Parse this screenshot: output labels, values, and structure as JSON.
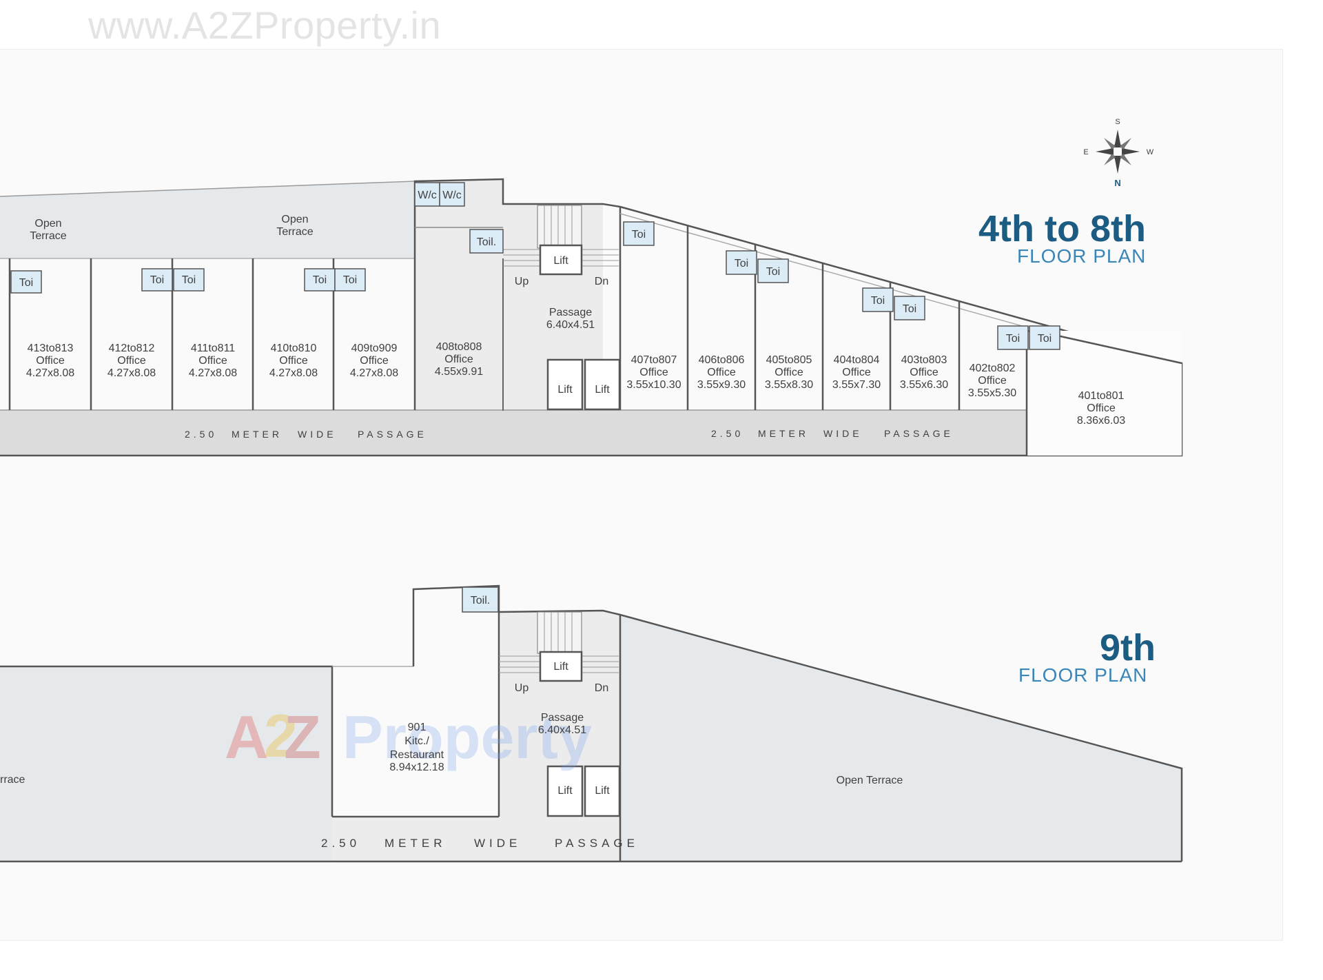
{
  "watermark_url": "www.A2ZProperty.in",
  "compass": {
    "s": "S",
    "e": "E",
    "w": "W",
    "n": "N"
  },
  "plan_a": {
    "title": "4th to 8th",
    "subtitle": "FLOOR PLAN",
    "open_terrace_1": [
      "Open",
      "Terrace"
    ],
    "open_terrace_2": [
      "Open",
      "Terrace"
    ],
    "wc": "W/c",
    "toilet_label": "Toil.",
    "toi": "Toi",
    "lift": "Lift",
    "up": "Up",
    "dn": "Dn",
    "passage": [
      "Passage",
      "6.40x4.51"
    ],
    "corridor": [
      "2.50",
      "METER",
      "WIDE",
      "PASSAGE"
    ],
    "offices": [
      [
        "413to813",
        "Office",
        "4.27x8.08"
      ],
      [
        "412to812",
        "Office",
        "4.27x8.08"
      ],
      [
        "411to811",
        "Office",
        "4.27x8.08"
      ],
      [
        "410to810",
        "Office",
        "4.27x8.08"
      ],
      [
        "409to909",
        "Office",
        "4.27x8.08"
      ],
      [
        "408to808",
        "Office",
        "4.55x9.91"
      ],
      [
        "407to807",
        "Office",
        "3.55x10.30"
      ],
      [
        "406to806",
        "Office",
        "3.55x9.30"
      ],
      [
        "405to805",
        "Office",
        "3.55x8.30"
      ],
      [
        "404to804",
        "Office",
        "3.55x7.30"
      ],
      [
        "403to803",
        "Office",
        "3.55x6.30"
      ],
      [
        "402to802",
        "Office",
        "3.55x5.30"
      ],
      [
        "401to801",
        "Office",
        "8.36x6.03"
      ]
    ]
  },
  "plan_b": {
    "title": "9th",
    "subtitle": "FLOOR PLAN",
    "left_terrace_fragment": "rrace",
    "restaurant": [
      "901",
      "Kitc./",
      "Restaurant",
      "8.94x12.18"
    ],
    "toilet_label": "Toil.",
    "lift": "Lift",
    "up": "Up",
    "dn": "Dn",
    "passage": [
      "Passage",
      "6.40x4.51"
    ],
    "open_terrace": "Open  Terrace",
    "corridor": [
      "2.50",
      "METER",
      "WIDE",
      "PASSAGE"
    ]
  },
  "logo": {
    "a": "A",
    "two": "2",
    "z": "Z",
    "rest": "Property"
  }
}
